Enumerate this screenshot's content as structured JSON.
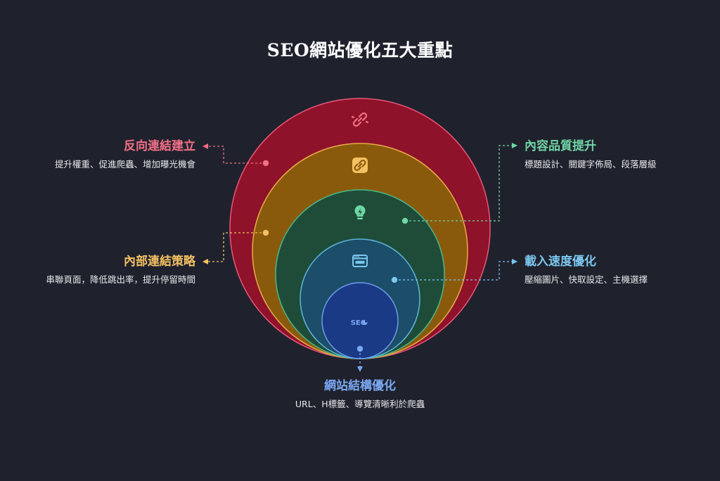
{
  "title": "SEO網站優化五大重點",
  "layers": [
    {
      "key": "backlinks",
      "heading": "反向連結建立",
      "description": "提升權重、促進爬蟲、增加曝光機會",
      "color": "#f36f86",
      "icon": "broken-link-icon"
    },
    {
      "key": "internal-links",
      "heading": "內部連結策略",
      "description": "串聯頁面，降低跳出率，提升停留時間",
      "color": "#f4c163",
      "icon": "link-icon"
    },
    {
      "key": "content",
      "heading": "內容品質提升",
      "description": "標題設計、關鍵字佈局、段落層級",
      "color": "#6fd6a5",
      "icon": "lightbulb-icon"
    },
    {
      "key": "speed",
      "heading": "載入速度優化",
      "description": "壓縮圖片、快取設定、主機選擇",
      "color": "#7cc6ee",
      "icon": "browser-window-icon"
    },
    {
      "key": "structure",
      "heading": "網站結構優化",
      "description": "URL、H標籤、導覽清晰利於爬蟲",
      "color": "#7aa7f2",
      "icon": "seo-icon",
      "icon_text": "SEO"
    }
  ],
  "colors": {
    "background": "#1f222d",
    "ring_fills": [
      "#8e1229",
      "#8a5a0c",
      "#1f4c38",
      "#1c4e69",
      "#1a3a86"
    ],
    "ring_strokes": [
      "#e9577a",
      "#e8ac4a",
      "#4ab88a",
      "#5db5da",
      "#6e9be6"
    ]
  }
}
